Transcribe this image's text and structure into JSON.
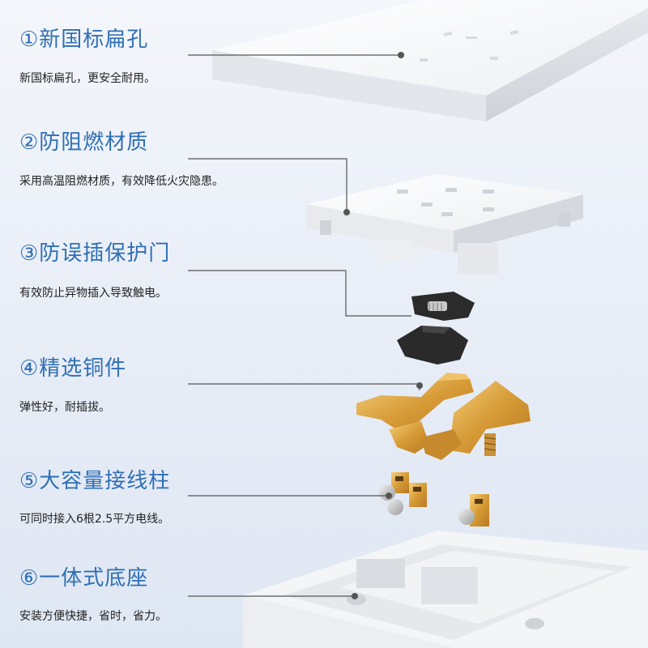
{
  "features": [
    {
      "title": "①新国标扁孔",
      "desc": "新国标扁孔，更安全耐用。"
    },
    {
      "title": "②防阻燃材质",
      "desc": "采用高温阻燃材质，有效降低火灾隐患。"
    },
    {
      "title": "③防误插保护门",
      "desc": "有效防止异物插入导致触电。"
    },
    {
      "title": "④精选铜件",
      "desc": "弹性好，耐插拔。"
    },
    {
      "title": "⑤大容量接线柱",
      "desc": "可同时接入6根2.5平方电线。"
    },
    {
      "title": "⑥一体式底座",
      "desc": "安装方便快捷，省时，省力。"
    }
  ],
  "colors": {
    "title": "#2f6fb5",
    "text": "#222222",
    "panel": "#f7f7f7",
    "copper": "#d9a441",
    "shutter": "#2b2b2b"
  },
  "icons": [
    "faceplate",
    "flame-retardant-cover",
    "safety-shutter",
    "copper-contacts",
    "terminal-screws",
    "base-frame"
  ]
}
